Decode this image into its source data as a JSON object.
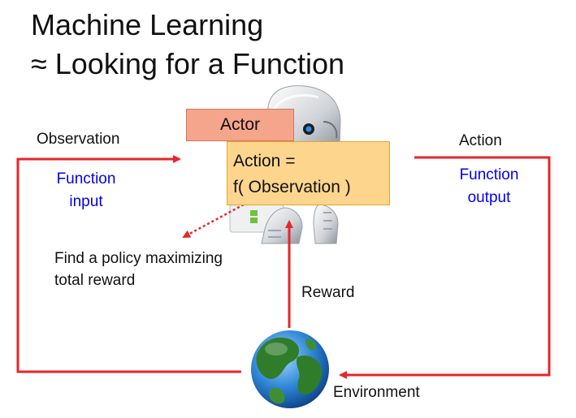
{
  "title": {
    "line1": "Machine Learning",
    "line2": "≈ Looking for a Function"
  },
  "labels": {
    "observation": "Observation",
    "action": "Action",
    "reward": "Reward",
    "environment": "Environment",
    "actor": "Actor",
    "function_input_line1": "Function",
    "function_input_line2": "input",
    "function_output_line1": "Function",
    "function_output_line2": "output",
    "formula_line1": "Action =",
    "formula_line2": "f( Observation )",
    "policy_line1": "Find a policy maximizing",
    "policy_line2": "total reward"
  },
  "colors": {
    "arrow": "#e5262a",
    "function_text": "#0000ee",
    "actor_box": "#f4a58c",
    "formula_box": "#fdd58d"
  },
  "icons": {
    "actor_image": "robot-icon",
    "environment_image": "globe-icon"
  }
}
